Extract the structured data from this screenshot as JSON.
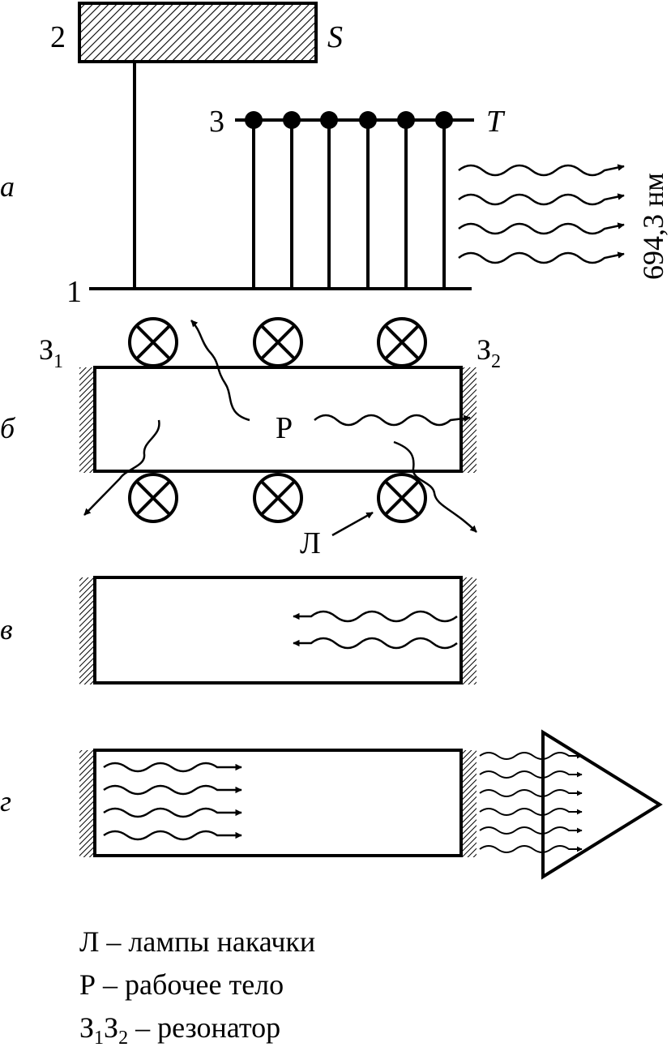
{
  "panel_labels": {
    "a": "а",
    "b": "б",
    "v": "в",
    "g": "г"
  },
  "levels": {
    "level1": "1",
    "level2": "2",
    "level3": "3",
    "band_S": "S",
    "band_T": "T"
  },
  "wavelength": "694,3 нм",
  "mirrors": {
    "left": {
      "letter": "З",
      "sub": "1"
    },
    "right": {
      "letter": "З",
      "sub": "2"
    }
  },
  "working_body": "Р",
  "lamp": "Л",
  "legend": [
    {
      "lead": "Л",
      "sub": "",
      "lead2": "",
      "sub2": "",
      "rest": " – лампы накачки"
    },
    {
      "lead": "Р",
      "sub": "",
      "lead2": "",
      "sub2": "",
      "rest": " – рабочее тело"
    },
    {
      "lead": "З",
      "sub": "1",
      "lead2": "З",
      "sub2": "2",
      "rest": " – резонатор"
    }
  ]
}
